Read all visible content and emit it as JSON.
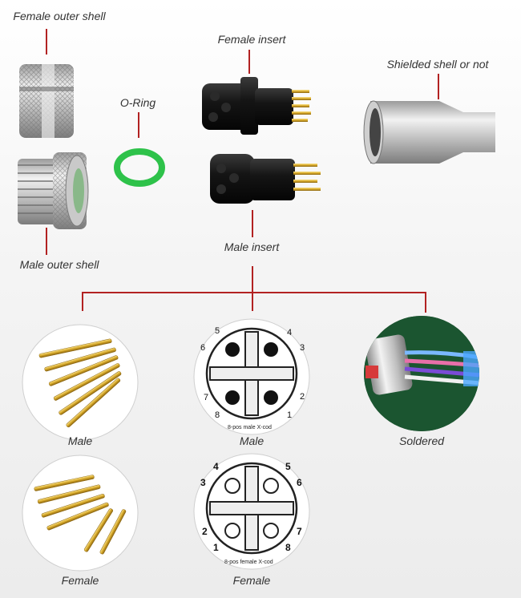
{
  "labels": {
    "female_outer_shell": "Female outer shell",
    "male_outer_shell": "Male outer shell",
    "o_ring": "O-Ring",
    "female_insert": "Female insert",
    "male_insert": "Male insert",
    "shielded_shell": "Shielded shell or not",
    "male_pins": "Male",
    "male_face": "Male",
    "soldered": "Soldered",
    "female_pins": "Female",
    "female_face": "Female"
  },
  "male_face_pins": [
    "5",
    "4",
    "6",
    "3",
    "7",
    "2",
    "8",
    "1"
  ],
  "female_face_pins": [
    "4",
    "5",
    "3",
    "6",
    "2",
    "7",
    "1",
    "8"
  ],
  "male_face_caption": "8-pos male X-cod",
  "female_face_caption": "8-pos female X-cod",
  "colors": {
    "leader": "#b22222",
    "oring": "#2ec24a",
    "gold": "#d6a829"
  }
}
